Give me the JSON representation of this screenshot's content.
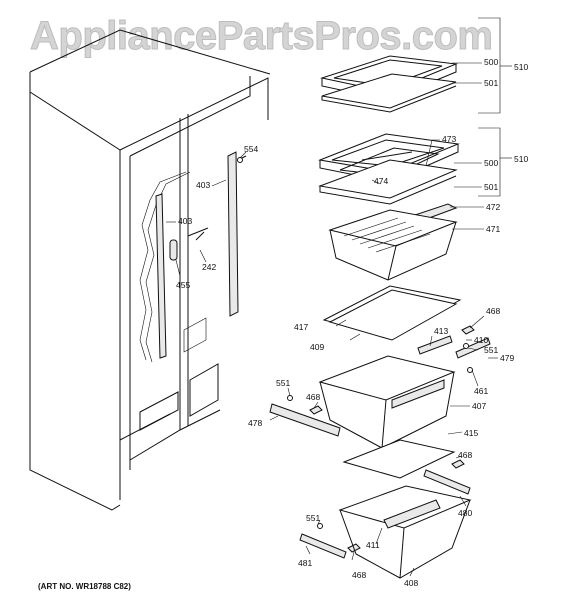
{
  "watermark": "AppliancePartsPros.com",
  "art_number": "(ART NO. WR18788 C82)",
  "labels": {
    "l500a": "500",
    "l501a": "501",
    "l510a": "510",
    "l473": "473",
    "l500b": "500",
    "l510b": "510",
    "l474": "474",
    "l501b": "501",
    "l472": "472",
    "l471": "471",
    "l554": "554",
    "l403a": "403",
    "l403b": "403",
    "l242": "242",
    "l455": "455",
    "l468a": "468",
    "l417": "417",
    "l413": "413",
    "l410": "410",
    "l409": "409",
    "l479": "479",
    "l551a": "551",
    "l461": "461",
    "l551b": "551",
    "l468b": "468",
    "l407": "407",
    "l478": "478",
    "l415": "415",
    "l468c": "468",
    "l480": "480",
    "l551c": "551",
    "l411": "411",
    "l481": "481",
    "l468d": "468",
    "l408": "408"
  }
}
